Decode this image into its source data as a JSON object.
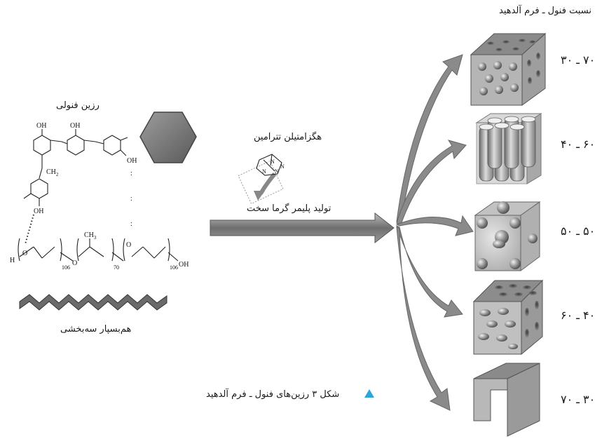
{
  "header": {
    "ratio_title": "نسبت فنول ـ فرم آلدهید"
  },
  "resin": {
    "label": "رزین فنولی",
    "atoms": {
      "oh": "OH",
      "ch2": "CH",
      "ch2_sub": "2"
    }
  },
  "copolymer": {
    "label": "هم‌بسپار سه‌بخشی",
    "atoms": {
      "h": "H",
      "o": "O",
      "oh": "OH",
      "ch3": "CH",
      "ch3_sub": "3"
    },
    "subscripts": [
      "106",
      "70",
      "106"
    ]
  },
  "reagent": {
    "label": "هگزامتیلن تترامین",
    "atoms": {
      "n": "N"
    }
  },
  "process": {
    "label": "تولید پلیمر گرما سخت"
  },
  "ratios": [
    "۷۰ ـ ۳۰",
    "۶۰ ـ ۴۰",
    "۵۰ ـ ۵۰",
    "۴۰ ـ ۶۰",
    "۳۰ ـ ۷۰"
  ],
  "caption": {
    "text": "شکل ۳ رزین‌های فنول ـ فرم آلدهید",
    "marker_color": "#2aa6d8"
  },
  "colors": {
    "shape_dark": "#6f6f6f",
    "shape_mid": "#9a9a9a",
    "shape_light": "#c8c8c8",
    "arrow": "#777777"
  }
}
